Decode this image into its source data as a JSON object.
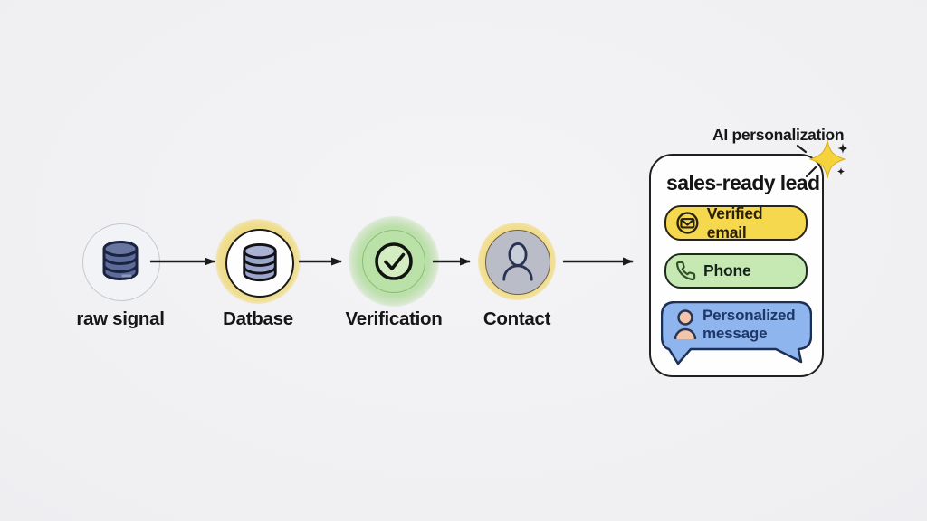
{
  "diagram": {
    "background": "#efeff2",
    "stages": [
      {
        "label": "raw signal",
        "icon": "database-icon",
        "variant": "neutral-circle"
      },
      {
        "label": "Datbase",
        "icon": "database-icon",
        "variant": "yellow-highlight"
      },
      {
        "label": "Verification",
        "icon": "check-circle-icon",
        "variant": "green-glow"
      },
      {
        "label": "Contact",
        "icon": "person-icon",
        "variant": "yellow-highlight-gray"
      }
    ],
    "card": {
      "annotation": "AI personalization",
      "title": "sales-ready lead",
      "items": [
        {
          "label": "Verified email",
          "icon": "envelope-check-icon",
          "bg": "#f6d84f",
          "border": "#2a2414",
          "text_color": "#292008"
        },
        {
          "label": "Phone",
          "icon": "phone-icon",
          "bg": "#c6e9b4",
          "border": "#1d2a1c",
          "text_color": "#14241b"
        },
        {
          "label": "Personalized message",
          "icon": "person-chat-icon",
          "bg": "#8fb5ee",
          "border": "#1d2f54",
          "text_color": "#1e3767"
        }
      ]
    },
    "colors": {
      "arrow": "#1b1b1b",
      "highlight_yellow": "#f0dc87",
      "verification_green": "#b9e1a8",
      "contact_gray": "#babdc7",
      "database_blue_dark": "#5c6b9a",
      "database_blue_light": "#9aa5cb",
      "card_border": "#202020",
      "sparkle_yellow": "#f6d33c",
      "skin_peach": "#f3c6ac"
    }
  }
}
